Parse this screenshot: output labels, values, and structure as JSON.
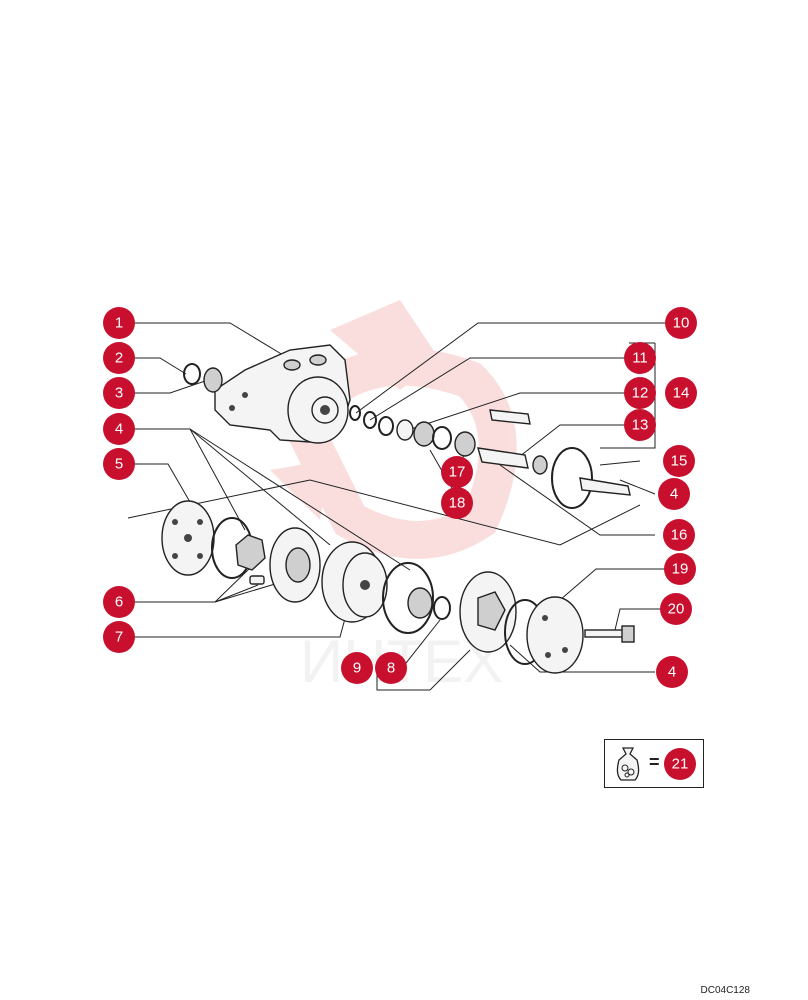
{
  "callouts": [
    "1",
    "2",
    "3",
    "4",
    "5",
    "6",
    "7",
    "8",
    "9",
    "10",
    "11",
    "12",
    "13",
    "14",
    "15",
    "16",
    "17",
    "18",
    "19",
    "20",
    "4",
    "4"
  ],
  "legend": {
    "equals": "=",
    "kit_number": "21",
    "icon": "kit-bag-icon"
  },
  "drawing_code": "DC04C128",
  "colors": {
    "badge": "#c8102e",
    "watermark": "#f4b7b7"
  }
}
